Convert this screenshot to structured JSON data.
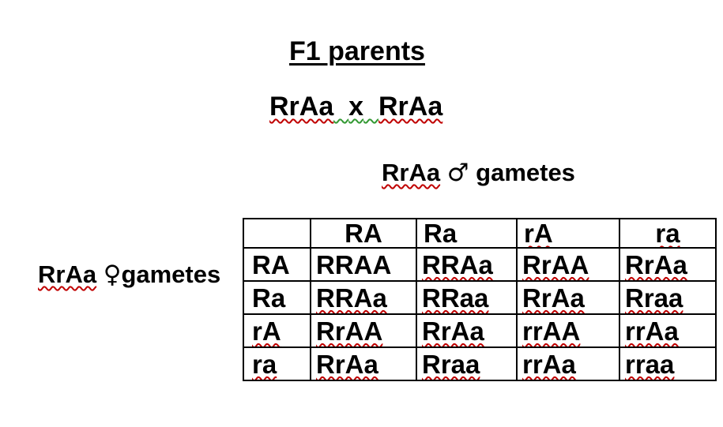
{
  "document": {
    "title": "F1 parents",
    "cross": {
      "left_parent": "RrAa",
      "operator": "x",
      "right_parent": "RrAa"
    },
    "male_gametes_label": {
      "genotype": "RrAa",
      "symbol": "♂",
      "word": "gametes"
    },
    "female_gametes_label": {
      "genotype": "RrAa",
      "symbol": "♀",
      "word": "gametes"
    }
  },
  "punnett": {
    "col_headers": [
      "RA",
      "Ra",
      "rA",
      "ra"
    ],
    "row_headers": [
      "RA",
      "Ra",
      "rA",
      "ra"
    ],
    "cells": [
      [
        "RRAA",
        "RRAa",
        "RrAA",
        "RrAa"
      ],
      [
        "RRAa",
        "RRaa",
        "RrAa",
        "Rraa"
      ],
      [
        "RrAA",
        "RrAa",
        "rrAA",
        "rrAa"
      ],
      [
        "RrAa",
        "Rraa",
        "rrAa",
        "rraa"
      ]
    ]
  },
  "spellcheck": {
    "cross": {
      "left_parent": true,
      "gap_grammar": true,
      "right_parent": true
    },
    "male_genotype": true,
    "female_genotype": true,
    "col_headers": [
      false,
      false,
      true,
      true
    ],
    "row_headers": [
      false,
      false,
      true,
      true
    ],
    "cells": [
      [
        false,
        true,
        true,
        true
      ],
      [
        true,
        true,
        true,
        true
      ],
      [
        true,
        true,
        true,
        true
      ],
      [
        true,
        true,
        true,
        true
      ]
    ]
  },
  "colors": {
    "text": "#000000",
    "background": "#ffffff",
    "table_border": "#000000",
    "spell_squiggle": "#c00000",
    "grammar_squiggle": "#339933"
  }
}
